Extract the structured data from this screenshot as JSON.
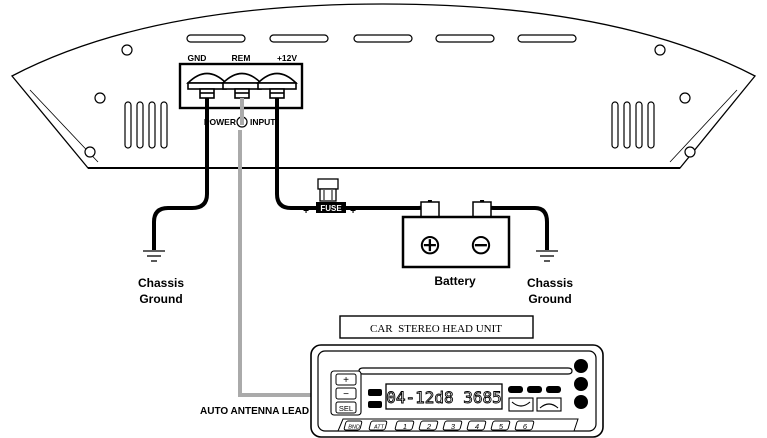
{
  "amplifier": {
    "terminals": [
      "GND",
      "REM",
      "+12V"
    ],
    "power_indicator_left": "POWER",
    "power_indicator_right": "INPUT"
  },
  "fuse": {
    "label": "FUSE",
    "plus_left": "+",
    "plus_right": "+"
  },
  "battery": {
    "label": "Battery",
    "positive_symbol": "⊕",
    "negative_symbol": "⊖"
  },
  "ground_left": {
    "line1": "Chassis",
    "line2": "Ground"
  },
  "ground_right": {
    "line1": "Chassis",
    "line2": "Ground"
  },
  "head_unit": {
    "title": "CAR  STEREO HEAD UNIT",
    "display": "04-12d8 3685",
    "plus_button": "+",
    "minus_button": "−",
    "sel_button": "SEL",
    "bottom_buttons": [
      "BND",
      "ATT",
      "1",
      "2",
      "3",
      "4",
      "5",
      "6"
    ]
  },
  "antenna_label": "AUTO ANTENNA LEAD",
  "colors": {
    "line": "#000000",
    "remote_wire": "#aaaaaa",
    "background": "#ffffff"
  }
}
